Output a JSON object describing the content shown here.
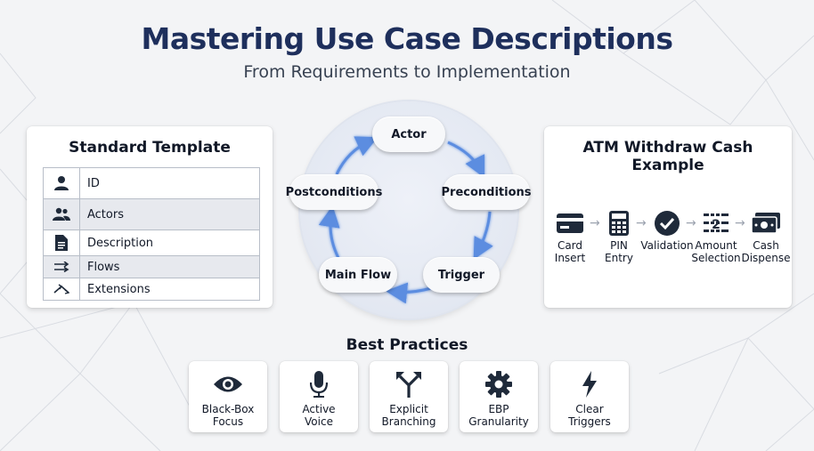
{
  "header": {
    "title": "Mastering Use Case Descriptions",
    "subtitle": "From Requirements to Implementation"
  },
  "template": {
    "title": "Standard Template",
    "rows": [
      {
        "label": "ID",
        "icon": "user-icon"
      },
      {
        "label": "Actors",
        "icon": "users-icon"
      },
      {
        "label": "Description",
        "icon": "document-icon"
      },
      {
        "label": "Flows",
        "icon": "flow-arrows-icon"
      },
      {
        "label": "Extensions",
        "icon": "branch-arrows-icon"
      }
    ]
  },
  "cycle": {
    "steps": [
      "Actor",
      "Preconditions",
      "Trigger",
      "Main Flow",
      "Postconditions"
    ],
    "arrow_color": "#5b8de0"
  },
  "atm": {
    "title": "ATM Withdraw Cash Example",
    "steps": [
      {
        "line1": "Card",
        "line2": "Insert",
        "icon": "card-icon"
      },
      {
        "line1": "PIN",
        "line2": "Entry",
        "icon": "keypad-icon"
      },
      {
        "line1": "Validation",
        "line2": "",
        "icon": "check-circle-icon"
      },
      {
        "line1": "Amount",
        "line2": "Selection",
        "icon": "amount-list-icon"
      },
      {
        "line1": "Cash",
        "line2": "Dispense",
        "icon": "cash-icon"
      }
    ]
  },
  "best_practices": {
    "title": "Best Practices",
    "items": [
      {
        "line1": "Black-Box",
        "line2": "Focus",
        "icon": "eye-icon"
      },
      {
        "line1": "Active",
        "line2": "Voice",
        "icon": "microphone-icon"
      },
      {
        "line1": "Explicit",
        "line2": "Branching",
        "icon": "branch-icon"
      },
      {
        "line1": "EBP",
        "line2": "Granularity",
        "icon": "gear-icon"
      },
      {
        "line1": "Clear",
        "line2": "Triggers",
        "icon": "lightning-icon"
      }
    ]
  },
  "colors": {
    "title": "#1e2f5c",
    "icon_dark": "#1f2a3a",
    "accent": "#5b8de0"
  }
}
